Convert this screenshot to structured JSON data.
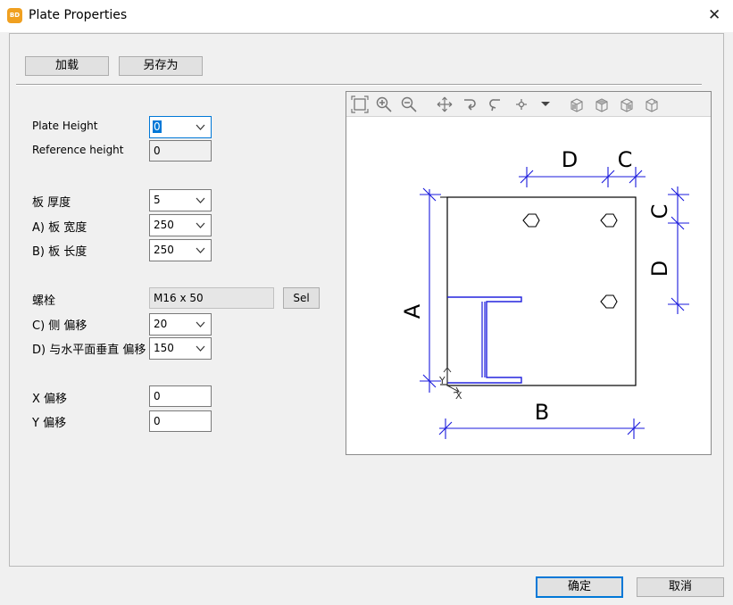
{
  "window": {
    "title": "Plate Properties",
    "app_icon_text": "BD"
  },
  "top_buttons": {
    "load": "加载",
    "save_as": "另存为"
  },
  "plate": {
    "plate_height_label": "Plate Height",
    "plate_height_value": "0",
    "reference_height_label": "Reference height",
    "reference_height_value": "0"
  },
  "dims": {
    "thickness_label": "板 厚度",
    "thickness_value": "5",
    "width_label": "A) 板 宽度",
    "width_value": "250",
    "length_label": "B) 板 长度",
    "length_value": "250"
  },
  "bolt": {
    "bolt_label": "螺栓",
    "bolt_value": "M16 x 50",
    "select_label": "Sel",
    "side_offset_label": "C) 侧 偏移",
    "side_offset_value": "20",
    "vertical_offset_label": "D) 与水平面垂直 偏移",
    "vertical_offset_value": "150"
  },
  "offsets": {
    "x_label": "X 偏移",
    "x_value": "0",
    "y_label": "Y 偏移",
    "y_value": "0"
  },
  "drawing": {
    "label_a": "A",
    "label_b": "B",
    "label_c_top": "C",
    "label_c_side": "C",
    "label_d_top": "D",
    "label_d_side": "D",
    "axis_x": "X",
    "axis_y": "Y",
    "line_color": "#1a1adc"
  },
  "bottom_buttons": {
    "ok": "确定",
    "cancel": "取消"
  }
}
